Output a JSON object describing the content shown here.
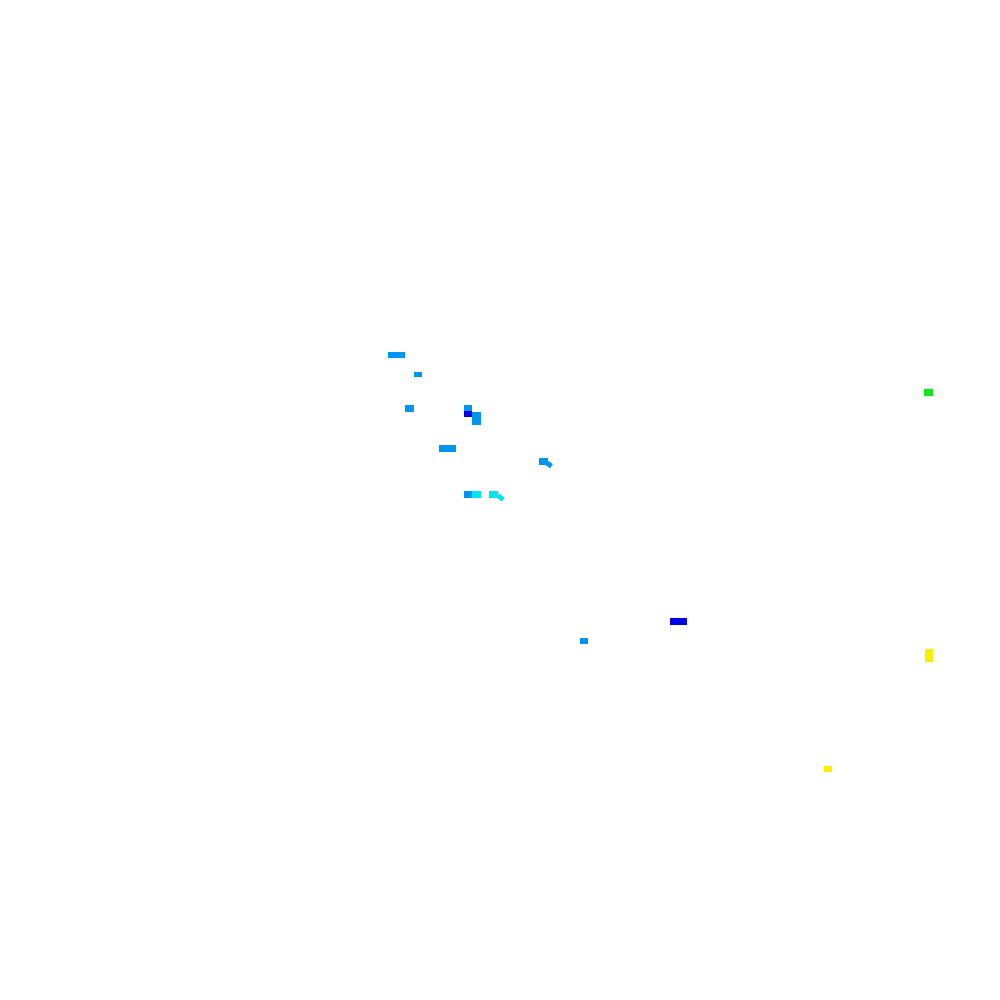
{
  "palette": {
    "background": "#ffffff",
    "light_blue": "#0096f0",
    "deep_blue": "#0000e6",
    "cyan": "#00e6f0",
    "green": "#14e61e",
    "yellow": "#ffee00"
  },
  "fragments": [
    {
      "id": "f01",
      "color": "light_blue"
    },
    {
      "id": "f02",
      "color": "light_blue"
    },
    {
      "id": "f03",
      "color": "light_blue"
    },
    {
      "id": "f04",
      "color": "light_blue"
    },
    {
      "id": "f05",
      "color": "deep_blue"
    },
    {
      "id": "f06",
      "color": "light_blue"
    },
    {
      "id": "f07",
      "color": "light_blue"
    },
    {
      "id": "f08",
      "color": "light_blue"
    },
    {
      "id": "f09",
      "color": "light_blue"
    },
    {
      "id": "f10",
      "color": "light_blue"
    },
    {
      "id": "f11",
      "color": "cyan"
    },
    {
      "id": "f12",
      "color": "cyan"
    },
    {
      "id": "f13",
      "color": "cyan"
    },
    {
      "id": "f14",
      "color": "deep_blue"
    },
    {
      "id": "f15",
      "color": "light_blue"
    },
    {
      "id": "f16",
      "color": "green"
    },
    {
      "id": "f17",
      "color": "yellow"
    },
    {
      "id": "f18",
      "color": "yellow"
    }
  ]
}
